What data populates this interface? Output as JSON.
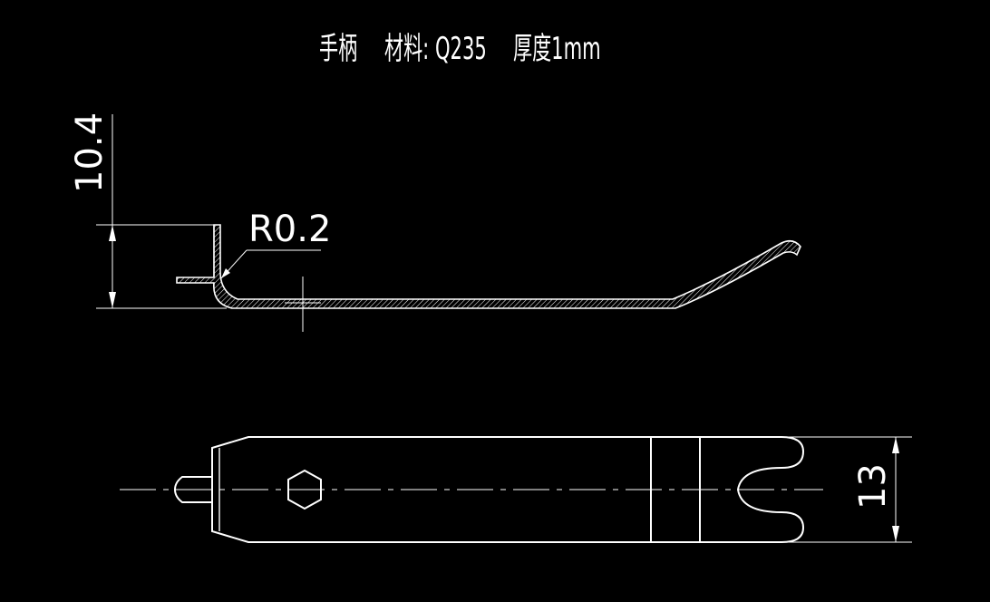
{
  "title": {
    "part_name": "手柄",
    "material": "材料: Q235",
    "thickness": "厚度1mm"
  },
  "dimensions": {
    "height": "10.4",
    "radius": "R0.2",
    "width": "13"
  },
  "colors": {
    "background": "#000000",
    "line": "#ffffff"
  }
}
